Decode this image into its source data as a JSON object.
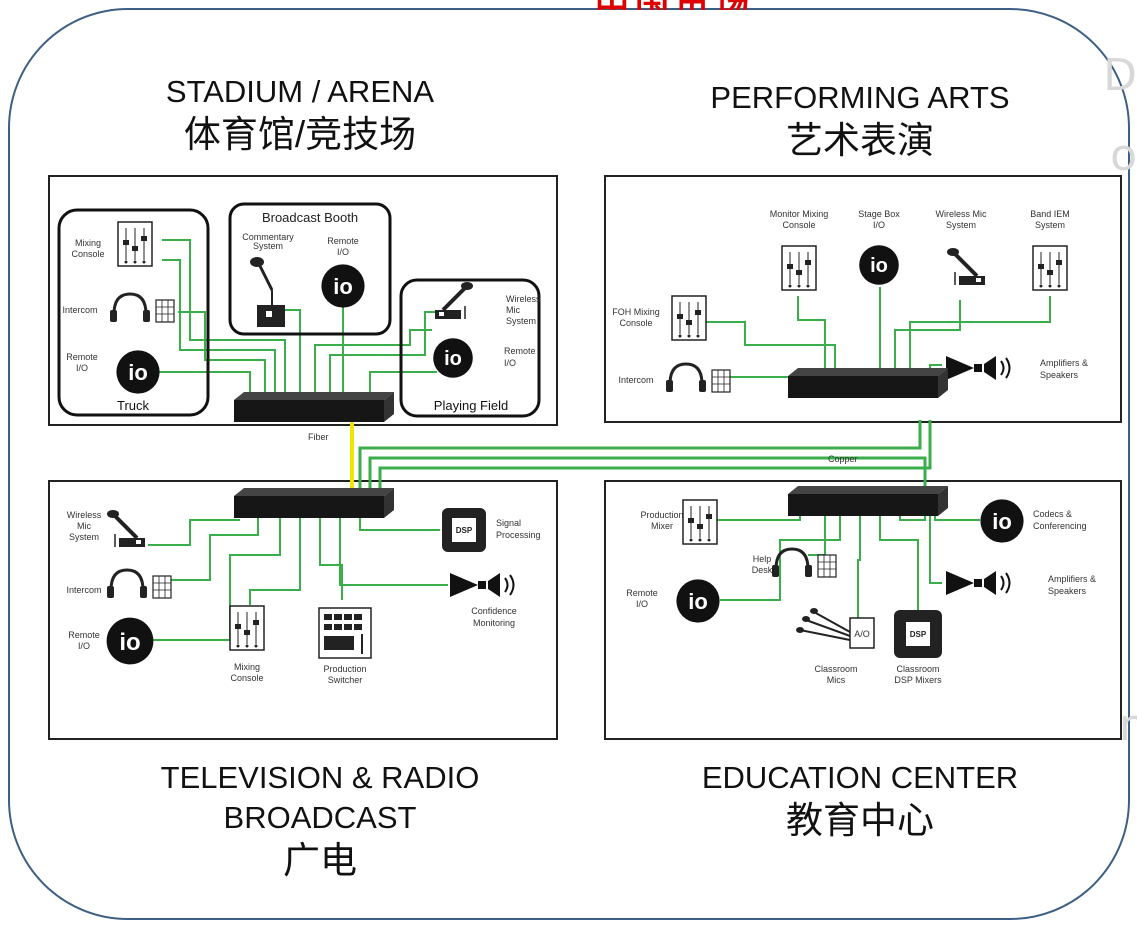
{
  "top_banner": "中国市场",
  "watermark_letters": [
    "D",
    "o",
    "r"
  ],
  "headings": {
    "stadium_en": "STADIUM / ARENA",
    "stadium_cn": "体育馆/竞技场",
    "performing_en": "PERFORMING ARTS",
    "performing_cn": "艺术表演",
    "tv_en_1": "TELEVISION & RADIO",
    "tv_en_2": "BROADCAST",
    "tv_cn": "广电",
    "edu_en": "EDUCATION CENTER",
    "edu_cn": "教育中心"
  },
  "io_text": "io",
  "dsp_text": "DSP",
  "ao_text": "A/O",
  "links": {
    "fiber": "Fiber",
    "copper": "Copper"
  },
  "stadium": {
    "mixing_1": "Mixing",
    "mixing_2": "Console",
    "intercom": "Intercom",
    "remote_1": "Remote",
    "remote_2": "I/O",
    "truck": "Truck",
    "booth_title": "Broadcast Booth",
    "commentary_1": "Commentary",
    "commentary_2": "System",
    "booth_remote_1": "Remote",
    "booth_remote_2": "I/O",
    "wireless_1": "Wireless",
    "wireless_2": "Mic",
    "wireless_3": "System",
    "field_remote_1": "Remote",
    "field_remote_2": "I/O",
    "field": "Playing Field"
  },
  "performing": {
    "monitor_1": "Monitor Mixing",
    "monitor_2": "Console",
    "stagebox_1": "Stage Box",
    "stagebox_2": "I/O",
    "wireless_1": "Wireless Mic",
    "wireless_2": "System",
    "iem_1": "Band IEM",
    "iem_2": "System",
    "foh_1": "FOH Mixing",
    "foh_2": "Console",
    "intercom": "Intercom",
    "amp_1": "Amplifiers &",
    "amp_2": "Speakers"
  },
  "tv": {
    "wireless_1": "Wireless",
    "wireless_2": "Mic",
    "wireless_3": "System",
    "intercom": "Intercom",
    "remote_1": "Remote",
    "remote_2": "I/O",
    "mixing_1": "Mixing",
    "mixing_2": "Console",
    "switcher_1": "Production",
    "switcher_2": "Switcher",
    "signal_1": "Signal",
    "signal_2": "Processing",
    "confidence_1": "Confidence",
    "confidence_2": "Monitoring"
  },
  "edu": {
    "production_1": "Production",
    "production_2": "Mixer",
    "help_1": "Help",
    "help_2": "Desk",
    "remote_1": "Remote",
    "remote_2": "I/O",
    "mics_1": "Classroom",
    "mics_2": "Mics",
    "dsp_1": "Classroom",
    "dsp_2": "DSP Mixers",
    "codecs_1": "Codecs &",
    "codecs_2": "Conferencing",
    "amp_1": "Amplifiers &",
    "amp_2": "Speakers"
  },
  "colors": {
    "green": "#3aae4a",
    "yellow": "#f2e600",
    "frame": "#3d5f86",
    "banner": "#e00000"
  }
}
